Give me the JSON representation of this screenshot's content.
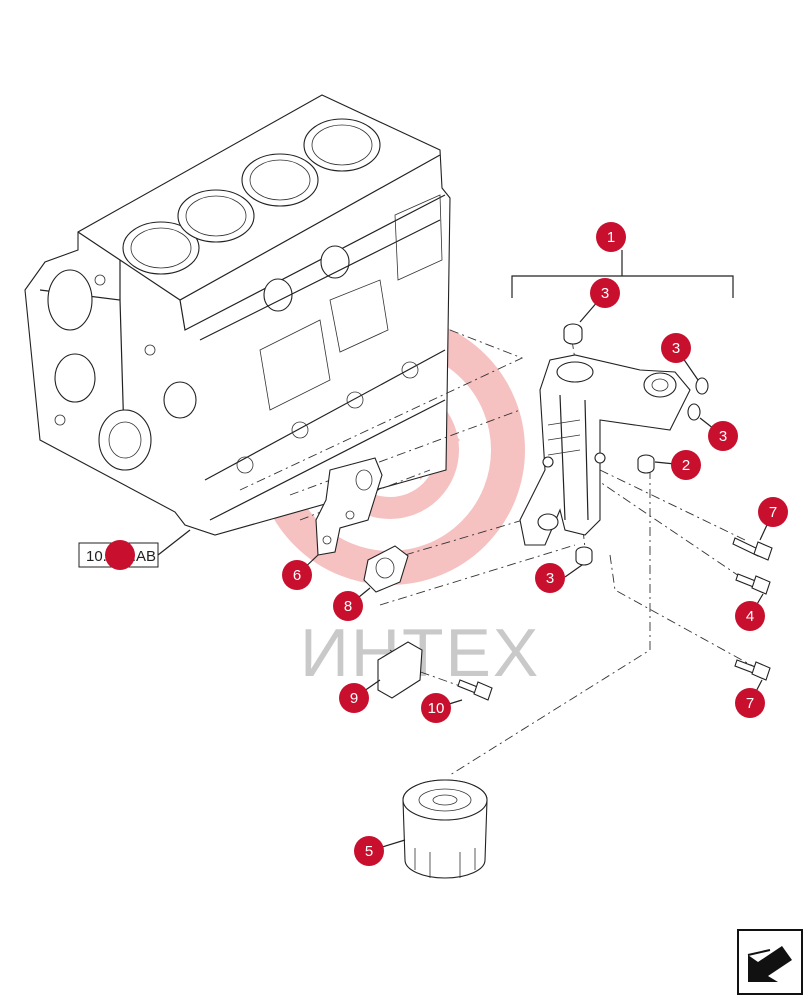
{
  "watermark": {
    "text": "ИНТЕХ",
    "color": "#c9c9c9",
    "logo_color": "#f3c4c4"
  },
  "reference_box": {
    "label": "10.001.AB"
  },
  "callout_color": "#c8102e",
  "callouts": [
    {
      "id": "c1",
      "label": "1"
    },
    {
      "id": "c3a",
      "label": "3"
    },
    {
      "id": "c3b",
      "label": "3"
    },
    {
      "id": "c3c",
      "label": "3"
    },
    {
      "id": "c2",
      "label": "2"
    },
    {
      "id": "c3d",
      "label": "3"
    },
    {
      "id": "c7a",
      "label": "7"
    },
    {
      "id": "c4",
      "label": "4"
    },
    {
      "id": "c7b",
      "label": "7"
    },
    {
      "id": "c6",
      "label": "6"
    },
    {
      "id": "c8",
      "label": "8"
    },
    {
      "id": "c9",
      "label": "9"
    },
    {
      "id": "c10",
      "label": "10"
    },
    {
      "id": "c5",
      "label": "5"
    },
    {
      "id": "cref",
      "label": ""
    }
  ],
  "nav_icon": {
    "name": "previous-page-arrow-icon"
  }
}
